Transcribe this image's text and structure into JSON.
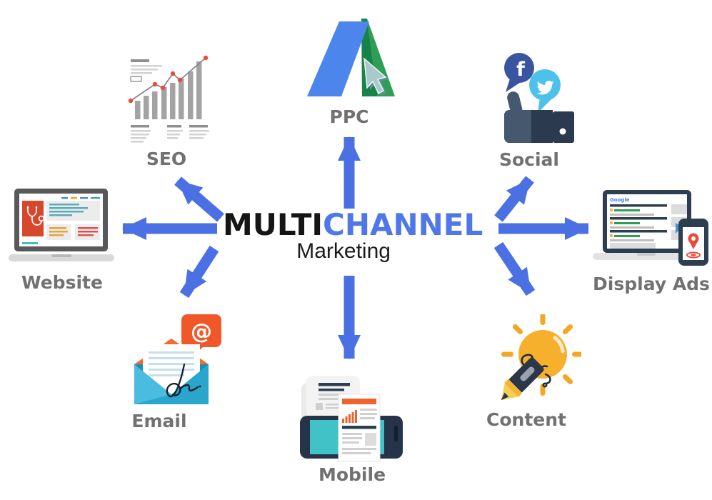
{
  "diagram": {
    "title": {
      "black_part": "MULTI",
      "blue_part": "CHANNEL",
      "subtitle": "Marketing"
    },
    "channels": [
      {
        "label": "SEO",
        "icon": "seo-analytics-chart-icon"
      },
      {
        "label": "PPC",
        "icon": "google-adwords-icon"
      },
      {
        "label": "Social",
        "icon": "thumbs-up-social-bubbles-icon"
      },
      {
        "label": "Website",
        "icon": "laptop-webpage-icon"
      },
      {
        "label": "Display Ads",
        "icon": "search-results-laptop-phone-icon"
      },
      {
        "label": "Email",
        "icon": "open-envelope-at-bubble-icon"
      },
      {
        "label": "Mobile",
        "icon": "smartphone-news-page-icon"
      },
      {
        "label": "Content",
        "icon": "lightbulb-pen-icon"
      }
    ],
    "display_ads_screen": {
      "logo": "Google"
    },
    "email_bubble": {
      "symbol": "@"
    },
    "facebook_bubble": {
      "letter": "f"
    },
    "colors": {
      "arrow_blue": "#4a70e4",
      "channel_blue": "#4f77e8",
      "text_black": "#151515",
      "label_gray": "#717171",
      "background": "#ffffff"
    }
  }
}
